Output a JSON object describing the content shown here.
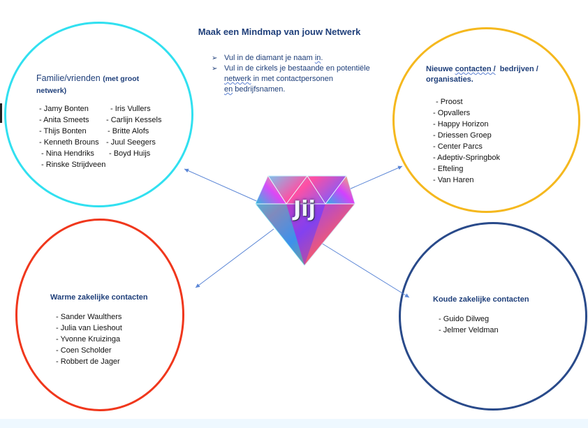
{
  "title": "Maak een Mindmap van jouw Netwerk",
  "instructions": {
    "line1_text": "Vul in de diamant je naam ",
    "line1_underlined": "in",
    "line1_end": ".",
    "line2_a": "Vul in de cirkels je bestaande en potentiële",
    "line2_b_underlined": "netwerk",
    "line2_b_rest": " in met contactpersonen",
    "line2_c_underlined": "en",
    "line2_c_rest": " bedrijfsnamen."
  },
  "diamond": {
    "label": "Jij"
  },
  "familie": {
    "heading": "Familie/vrienden",
    "heading_small": "(met groot netwerk)",
    "left": [
      "- Jamy Bonten",
      "- Anita Smeets",
      "- Thijs Bonten",
      "- Kenneth Brouns",
      " - Nina Hendriks",
      " - Rinske Strijdveen"
    ],
    "right": [
      "- Iris Vullers",
      "- Carlijn Kessels",
      "- Britte Alofs",
      "- Juul Seegers",
      "- Boyd Huijs"
    ]
  },
  "nieuwe": {
    "heading_a": "Nieuwe ",
    "heading_underlined": "contacten /",
    "heading_b": "  bedrijven /",
    "heading_c": "organisaties.",
    "items": [
      "- Proost",
      "- Opvallers",
      "- Happy Horizon",
      "- Driessen Groep",
      "- Center Parcs",
      "- Adeptiv-Springbok",
      "- Efteling",
      "- Van Haren"
    ]
  },
  "warme": {
    "heading": "Warme zakelijke contacten",
    "items": [
      "- Sander Waulthers",
      "- Julia van Lieshout",
      "- Yvonne Kruizinga",
      "- Coen Scholder",
      "- Robbert de Jager"
    ]
  },
  "koude": {
    "heading": "Koude zakelijke contacten",
    "items": [
      "- Guido Dilweg",
      "- Jelmer Veldman"
    ]
  },
  "colors": {
    "familie_border": "#31e0f0",
    "nieuwe_border": "#f5b81e",
    "warme_border": "#f0371c",
    "koude_border": "#294a8a",
    "title_color": "#1f3f7a"
  }
}
